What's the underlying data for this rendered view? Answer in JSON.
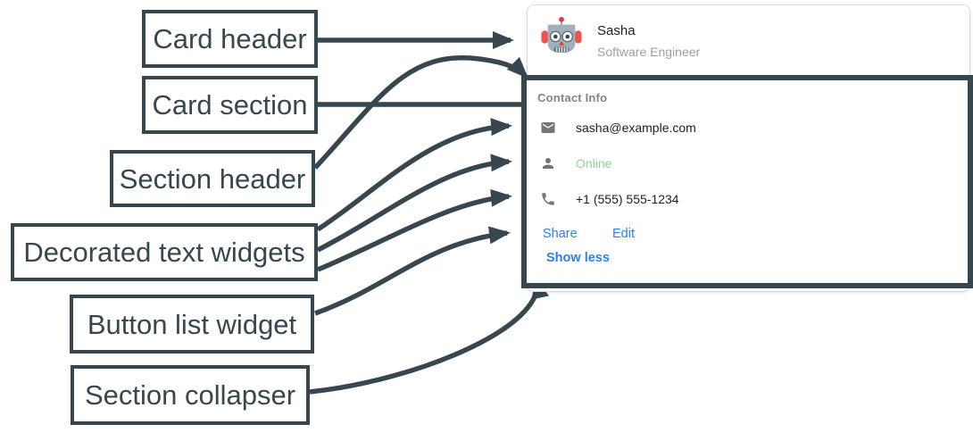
{
  "diagram": {
    "arrow_color": "#37474F",
    "labels": [
      {
        "id": "card-header",
        "text": "Card header"
      },
      {
        "id": "card-section",
        "text": "Card section"
      },
      {
        "id": "section-header",
        "text": "Section header"
      },
      {
        "id": "decorated-text-widgets",
        "text": "Decorated text widgets"
      },
      {
        "id": "button-list-widget",
        "text": "Button list widget"
      },
      {
        "id": "section-collapser",
        "text": "Section collapser"
      }
    ]
  },
  "card": {
    "header": {
      "avatar_icon": "robot-avatar",
      "name": "Sasha",
      "subtitle": "Software Engineer"
    },
    "section": {
      "title": "Contact Info",
      "rows": [
        {
          "icon": "mail-icon",
          "text": "sasha@example.com"
        },
        {
          "icon": "person-icon",
          "text": "Online",
          "status_color": "#86D98B"
        },
        {
          "icon": "phone-icon",
          "text": "+1 (555) 555-1234"
        }
      ],
      "buttons": [
        {
          "label": "Share"
        },
        {
          "label": "Edit"
        }
      ],
      "collapser_label": "Show less"
    },
    "colors": {
      "link_blue": "#2D7FEB",
      "online_green": "#86D98B",
      "muted_text": "#80868B",
      "primary_text": "#202124",
      "section_highlight": "#37474F"
    }
  }
}
